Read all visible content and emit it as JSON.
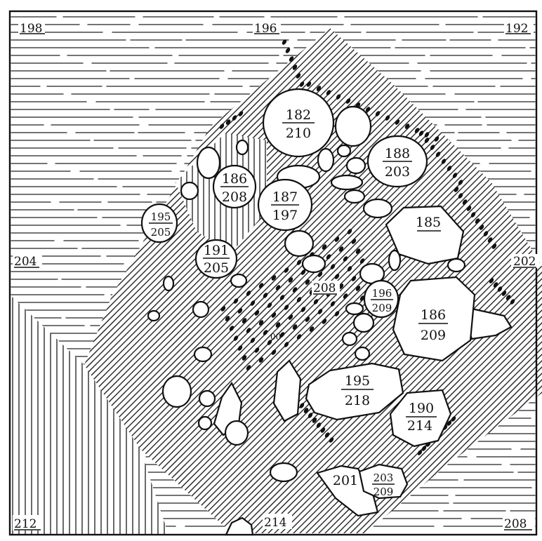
{
  "grid_labels": {
    "top_left": "198",
    "top_center": "196",
    "top_right": "192",
    "middle_left": "204",
    "middle_right": "202",
    "center": "208",
    "bottom_left": "212",
    "bottom_center": "214",
    "bottom_right": "208"
  },
  "stones": [
    {
      "id": "s182",
      "top": "182",
      "bottom": "210"
    },
    {
      "id": "s188",
      "top": "188",
      "bottom": "203"
    },
    {
      "id": "s186a",
      "top": "186",
      "bottom": "208"
    },
    {
      "id": "s187",
      "top": "187",
      "bottom": "197"
    },
    {
      "id": "s195a",
      "top": "195",
      "bottom": "205"
    },
    {
      "id": "s185",
      "top": "185",
      "bottom": ""
    },
    {
      "id": "s191",
      "top": "191",
      "bottom": "205"
    },
    {
      "id": "s196",
      "top": "196",
      "bottom": "209"
    },
    {
      "id": "s186b",
      "top": "186",
      "bottom": "209"
    },
    {
      "id": "s195b",
      "top": "195",
      "bottom": "218"
    },
    {
      "id": "s190",
      "top": "190",
      "bottom": "214"
    },
    {
      "id": "s201",
      "top": "201",
      "bottom": ""
    },
    {
      "id": "s203",
      "top": "203",
      "bottom": "209"
    }
  ],
  "annotations": {
    "center_mark": "00"
  }
}
